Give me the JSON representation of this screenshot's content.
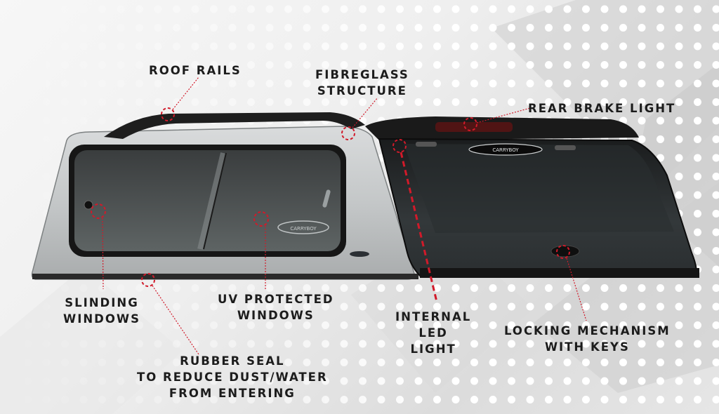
{
  "diagram": {
    "subject": "Fibreglass truck canopy",
    "accent_color": "#d11a2a",
    "text_color": "#1c1c1c",
    "callouts": [
      {
        "id": "roof-rails",
        "lines": [
          "ROOF RAILS"
        ]
      },
      {
        "id": "fibreglass-structure",
        "lines": [
          "FIBREGLASS",
          "STRUCTURE"
        ]
      },
      {
        "id": "rear-brake-light",
        "lines": [
          "REAR BRAKE LIGHT"
        ]
      },
      {
        "id": "slinding-windows",
        "lines": [
          "SLINDING",
          "WINDOWS"
        ]
      },
      {
        "id": "uv-protected-windows",
        "lines": [
          "UV PROTECTED",
          "WINDOWS"
        ]
      },
      {
        "id": "internal-led-light",
        "lines": [
          "INTERNAL",
          "LED",
          "LIGHT"
        ]
      },
      {
        "id": "locking-mechanism",
        "lines": [
          "LOCKING MECHANISM",
          "WITH KEYS"
        ]
      },
      {
        "id": "rubber-seal",
        "lines": [
          "RUBBER SEAL",
          "TO REDUCE DUST/WATER",
          "FROM ENTERING"
        ]
      }
    ],
    "badges": {
      "side_logo": "CARRYBOY",
      "rear_logo": "CARRYBOY"
    }
  }
}
